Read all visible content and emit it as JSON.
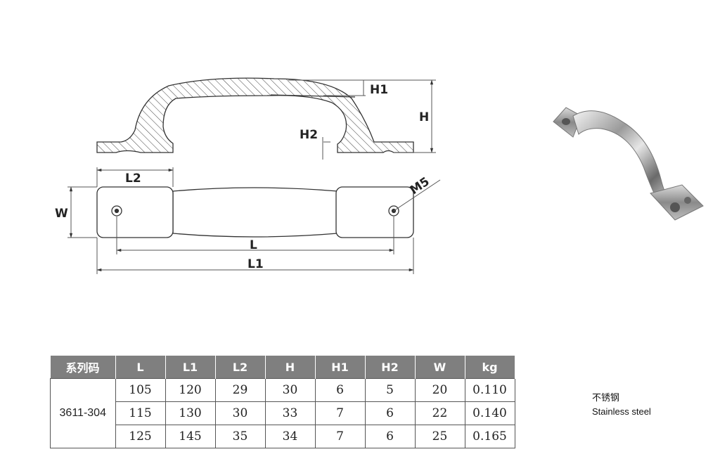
{
  "drawing": {
    "labels": {
      "H1": "H1",
      "H": "H",
      "H2": "H2",
      "L2": "L2",
      "M5": "M5",
      "W": "W",
      "L": "L",
      "L1": "L1"
    }
  },
  "table": {
    "headers": [
      "系列码",
      "L",
      "L1",
      "L2",
      "H",
      "H1",
      "H2",
      "W",
      "kg"
    ],
    "series_code": "3611-304",
    "rows": [
      [
        "105",
        "120",
        "29",
        "30",
        "6",
        "5",
        "20",
        "0.110"
      ],
      [
        "115",
        "130",
        "30",
        "33",
        "7",
        "6",
        "22",
        "0.140"
      ],
      [
        "125",
        "145",
        "35",
        "34",
        "7",
        "6",
        "25",
        "0.165"
      ]
    ]
  },
  "material": {
    "chinese": "不锈钢",
    "english": "Stainless steel"
  },
  "colors": {
    "header_bg": "#7f7f7f",
    "line": "#333333"
  }
}
